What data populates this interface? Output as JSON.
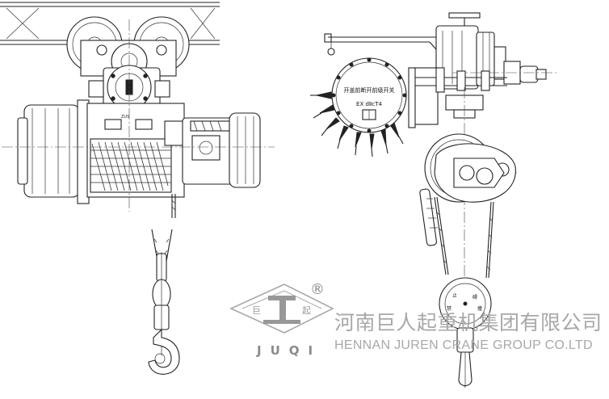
{
  "drawing": {
    "explosion_box_line1": "开盖前断开前级开关",
    "explosion_box_line2": "EX dⅡcT4",
    "hoist_plate_mark": "ZUS",
    "hook_block_marks": [
      "止",
      "碍",
      "禁",
      "撞"
    ]
  },
  "watermark": {
    "logo_chars": [
      "巨",
      "起"
    ],
    "registered_mark": "®",
    "brand": "JUQI",
    "company_cn": "河南巨人起重机集团有限公司",
    "company_en": "HENNAN JUREN CRANE GROUP CO.LTD"
  }
}
